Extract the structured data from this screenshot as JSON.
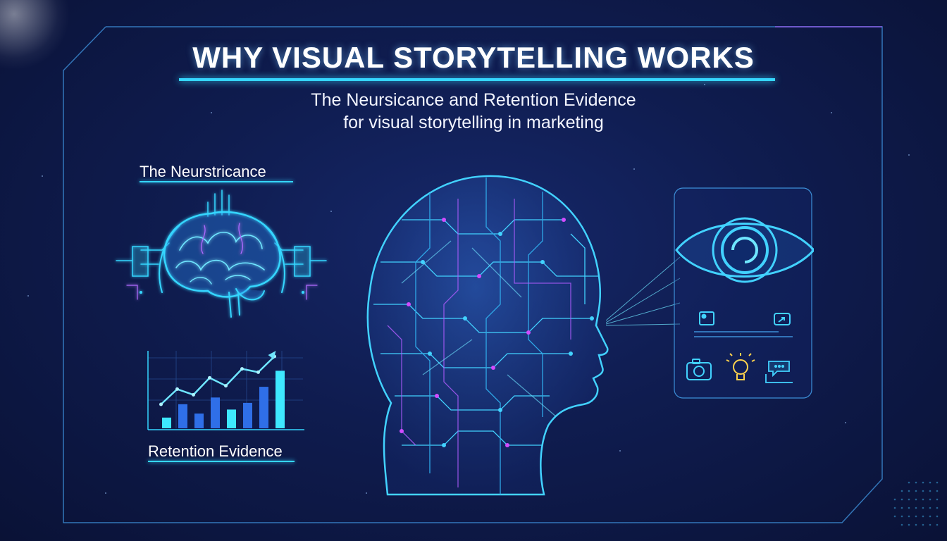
{
  "title": "WHY VISUAL STORYTELLING WORKS",
  "subtitle_line1": "The Neursicance and Retention Evidence",
  "subtitle_line2": "for visual storytelling in marketing",
  "section_neuro": "The Neurstricance",
  "section_retention": "Retention Evidence",
  "icons": [
    "brain-icon",
    "head-network-icon",
    "eye-icon",
    "image-icon",
    "share-icon",
    "camera-icon",
    "lightbulb-icon",
    "chat-icon"
  ],
  "colors": {
    "accent_cyan": "#35d6ff",
    "accent_magenta": "#d24bff",
    "background": "#0f1c4f"
  },
  "retention_chart": {
    "bars": [
      0.16,
      0.36,
      0.22,
      0.46,
      0.28,
      0.38,
      0.62,
      0.86
    ],
    "trend": [
      0.15,
      0.42,
      0.32,
      0.62,
      0.48,
      0.78,
      0.72,
      1.0
    ]
  }
}
